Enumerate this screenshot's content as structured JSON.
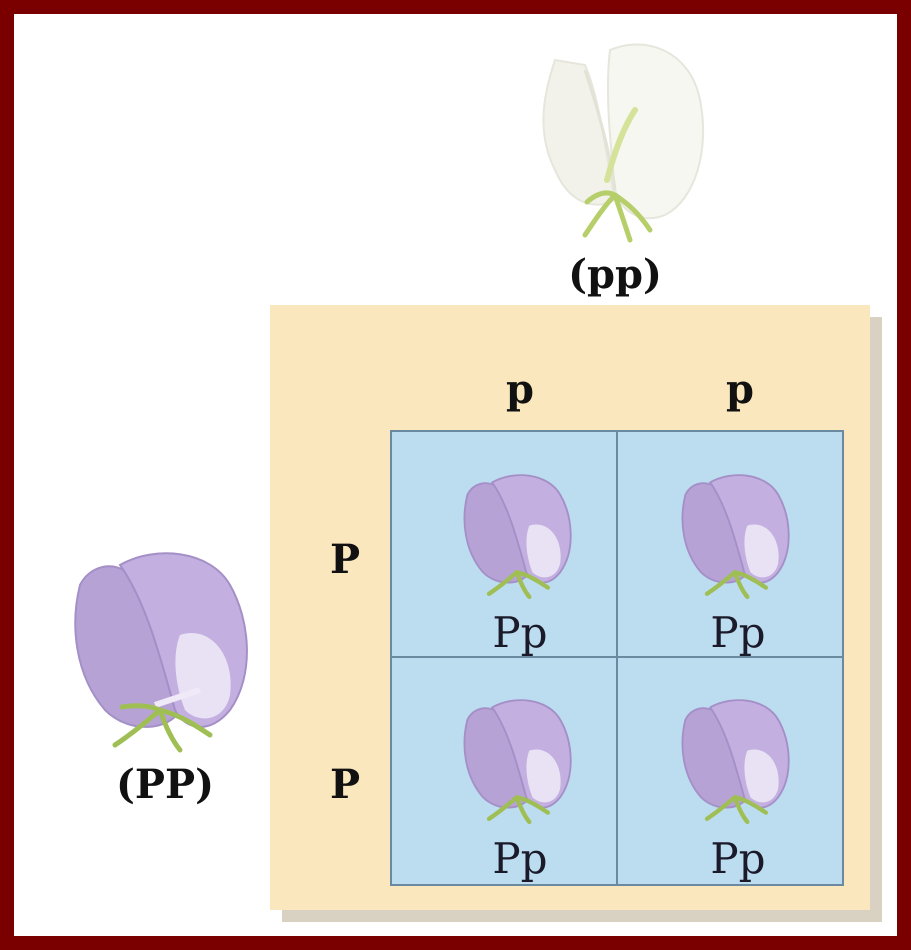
{
  "parents": {
    "top_genotype": "(pp)",
    "left_genotype": "(PP)"
  },
  "gametes": {
    "columns": [
      "p",
      "p"
    ],
    "rows": [
      "P",
      "P"
    ]
  },
  "offspring": [
    {
      "genotype": "Pp"
    },
    {
      "genotype": "Pp"
    },
    {
      "genotype": "Pp"
    },
    {
      "genotype": "Pp"
    }
  ],
  "colors": {
    "frame": "#7a0000",
    "panel": "#fbe7bd",
    "grid": "#bcdcef",
    "purple_flower": "#b7a2d6",
    "white_flower": "#f4f4ee"
  }
}
